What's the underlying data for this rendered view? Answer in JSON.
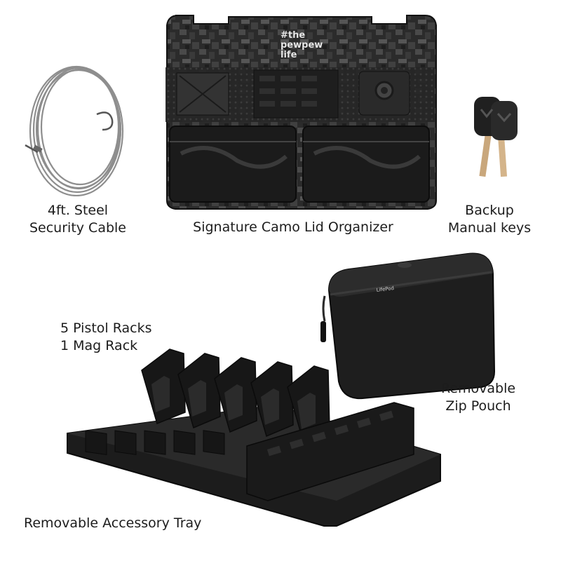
{
  "labels": {
    "cable": [
      "4ft. Steel",
      "Security Cable"
    ],
    "lid_organizer": "Signature Camo Lid Organizer",
    "keys": [
      "Backup",
      "Manual keys"
    ],
    "racks": [
      "5 Pistol Racks",
      "1 Mag Rack"
    ],
    "zip_pouch": [
      "Removable",
      "Zip Pouch"
    ],
    "accessory_tray": "Removable Accessory Tray"
  },
  "organizer_logo": [
    "#the",
    "pewpew",
    "life"
  ],
  "pouch_logo": "LifePod",
  "colors": {
    "background": "#ffffff",
    "product_black": "#1b1b1b",
    "camo_dark": "#2a2a2a",
    "camo_light": "#5a5a5a",
    "key_brass": "#c9a77c",
    "cable_steel": "#9a9a9a"
  },
  "icons": [
    "security-cable-icon",
    "lid-organizer-image",
    "backup-keys-icon",
    "accessory-tray-image",
    "zip-pouch-image"
  ]
}
